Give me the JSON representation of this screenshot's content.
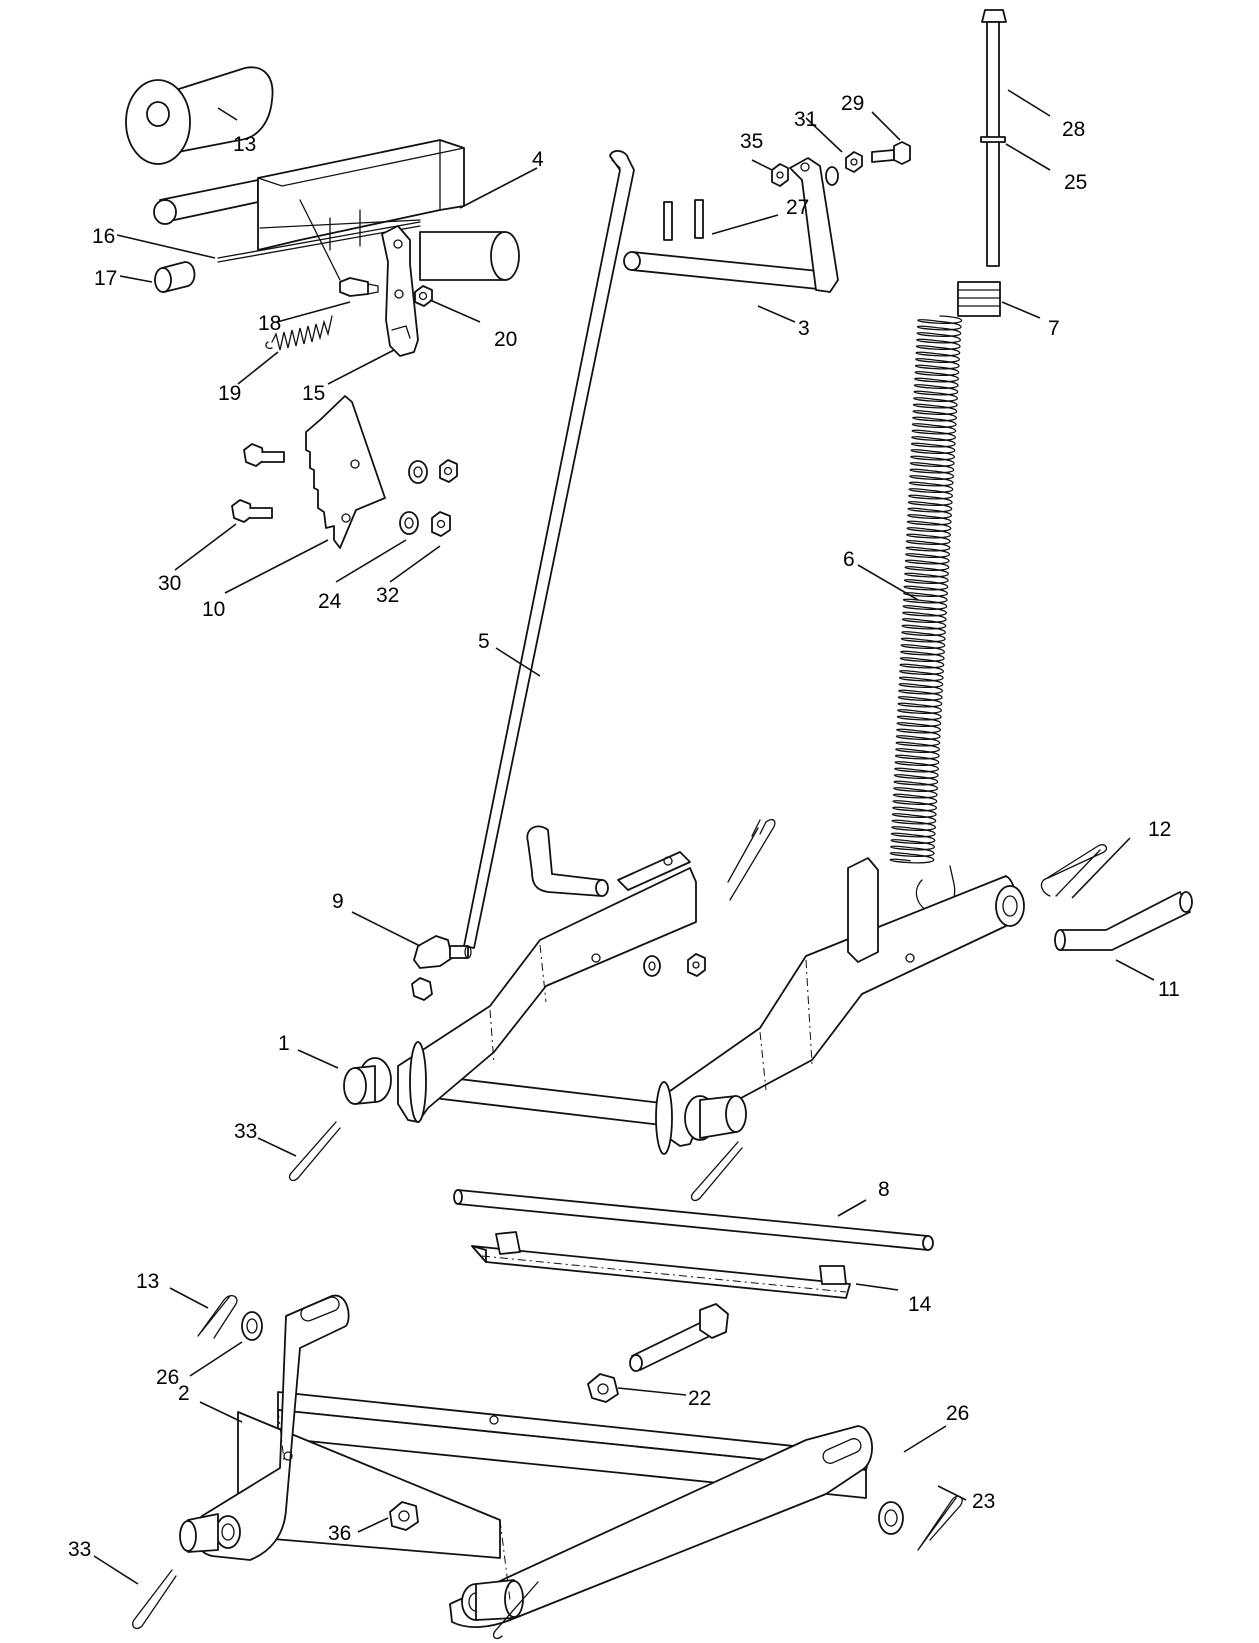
{
  "callouts": [
    {
      "id": "c1",
      "text": "1"
    },
    {
      "id": "c2",
      "text": "2"
    },
    {
      "id": "c3",
      "text": "3"
    },
    {
      "id": "c4",
      "text": "4"
    },
    {
      "id": "c5",
      "text": "5"
    },
    {
      "id": "c6",
      "text": "6"
    },
    {
      "id": "c7",
      "text": "7"
    },
    {
      "id": "c8",
      "text": "8"
    },
    {
      "id": "c9",
      "text": "9"
    },
    {
      "id": "c10",
      "text": "10"
    },
    {
      "id": "c11",
      "text": "11"
    },
    {
      "id": "c12",
      "text": "12"
    },
    {
      "id": "c13a",
      "text": "13"
    },
    {
      "id": "c13b",
      "text": "13"
    },
    {
      "id": "c14",
      "text": "14"
    },
    {
      "id": "c15",
      "text": "15"
    },
    {
      "id": "c16",
      "text": "16"
    },
    {
      "id": "c17",
      "text": "17"
    },
    {
      "id": "c18",
      "text": "18"
    },
    {
      "id": "c19",
      "text": "19"
    },
    {
      "id": "c20",
      "text": "20"
    },
    {
      "id": "c22",
      "text": "22"
    },
    {
      "id": "c23",
      "text": "23"
    },
    {
      "id": "c24",
      "text": "24"
    },
    {
      "id": "c25",
      "text": "25"
    },
    {
      "id": "c26a",
      "text": "26"
    },
    {
      "id": "c26b",
      "text": "26"
    },
    {
      "id": "c27",
      "text": "27"
    },
    {
      "id": "c28",
      "text": "28"
    },
    {
      "id": "c29",
      "text": "29"
    },
    {
      "id": "c30",
      "text": "30"
    },
    {
      "id": "c31",
      "text": "31"
    },
    {
      "id": "c32",
      "text": "32"
    },
    {
      "id": "c33a",
      "text": "33"
    },
    {
      "id": "c33b",
      "text": "33"
    },
    {
      "id": "c35",
      "text": "35"
    },
    {
      "id": "c36",
      "text": "36"
    }
  ]
}
